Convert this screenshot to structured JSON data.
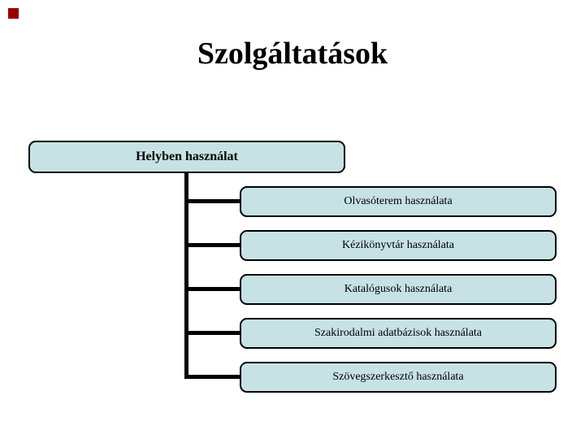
{
  "slide": {
    "title": "Szolgáltatások",
    "colors": {
      "background": "#ffffff",
      "title_text": "#000000",
      "box_fill": "#c6e2e4",
      "box_border": "#000000",
      "connector_line": "#000000",
      "corner_decoration": "#990000"
    },
    "diagram": {
      "root": {
        "label": "Helyben használat"
      },
      "children": [
        {
          "label": "Olvasóterem használata"
        },
        {
          "label": "Kézikönyvtár használata"
        },
        {
          "label": "Katalógusok használata"
        },
        {
          "label": "Szakirodalmi adatbázisok használata"
        },
        {
          "label": "Szövegszerkesztő használata"
        }
      ]
    }
  }
}
